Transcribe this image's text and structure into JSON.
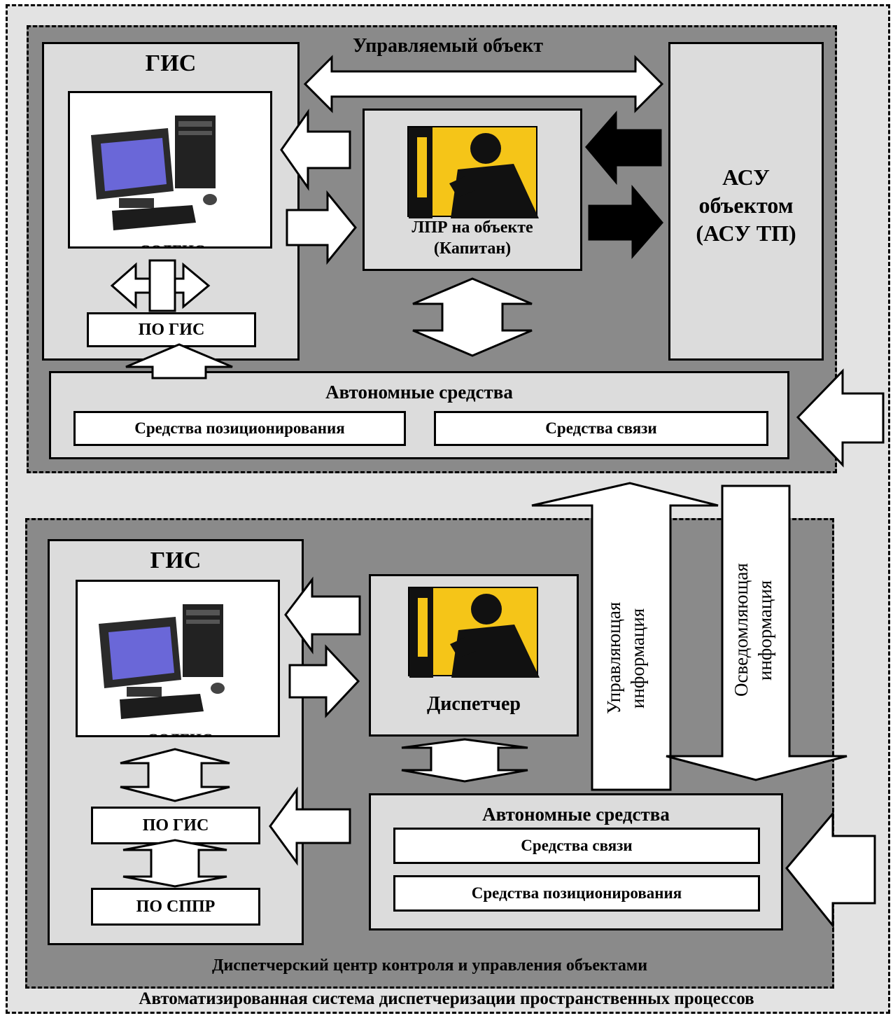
{
  "system_title": "Автоматизированная система диспетчеризации пространственных процессов",
  "top": {
    "title": "Управляемый объект",
    "gis": {
      "title": "ГИС",
      "computer_label": "СОДГИС",
      "software": "ПО ГИС"
    },
    "decision_maker": {
      "line1": "ЛПР на объекте",
      "line2": "(Капитан)"
    },
    "asu": {
      "line1": "АСУ",
      "line2": "объектом",
      "line3": "(АСУ ТП)"
    },
    "autonomous": {
      "title": "Автономные средства",
      "positioning": "Средства позиционирования",
      "comms": "Средства связи"
    }
  },
  "bottom": {
    "title": "Диспетчерский центр контроля и управления объектами",
    "gis": {
      "title": "ГИС",
      "computer_label": "СОДГИС",
      "software": "ПО ГИС",
      "dss": "ПО СППР"
    },
    "dispatcher": "Диспетчер",
    "autonomous": {
      "title": "Автономные средства",
      "comms": "Средства связи",
      "positioning": "Средства позиционирования"
    }
  },
  "links": {
    "control": {
      "line1": "Управляющая",
      "line2": "информация"
    },
    "awareness": {
      "line1": "Осведомляющая",
      "line2": "информация"
    }
  },
  "colors": {
    "panel": "#8a8a8a",
    "box": "#dcdcdc",
    "outer": "#e3e3e3",
    "operator_bg": "#f5c518"
  }
}
